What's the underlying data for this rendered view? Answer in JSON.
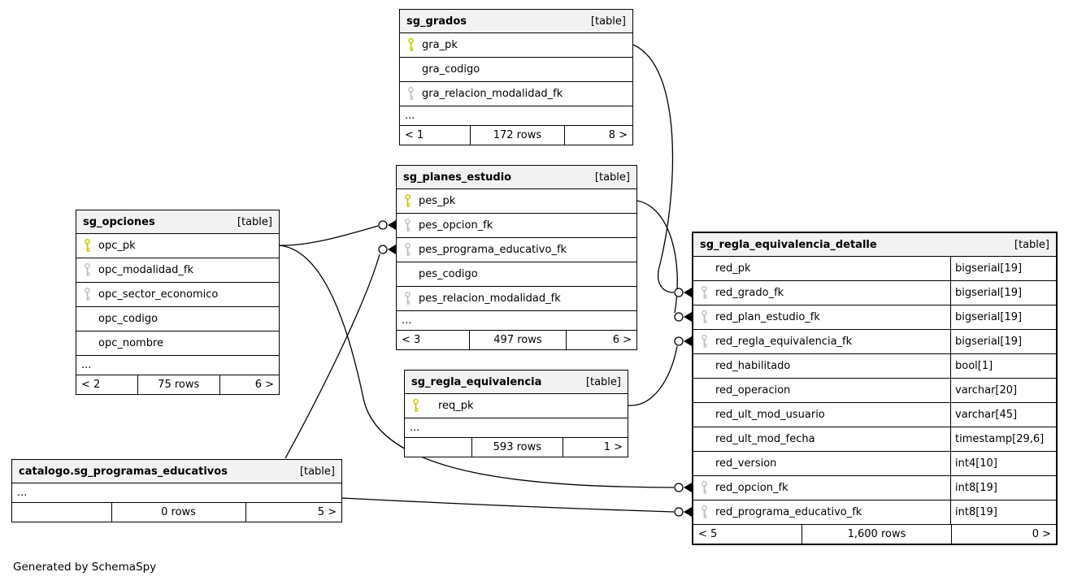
{
  "page": {
    "credit": "Generated by SchemaSpy"
  },
  "colors": {
    "primary_key": "#c8c800",
    "foreign_key": "#c0c0c0",
    "header_bg": "#f2f2f2",
    "border": "#000000",
    "background": "#ffffff"
  },
  "tables": {
    "sg_grados": {
      "title": "sg_grados",
      "badge": "[table]",
      "ellipsis": "...",
      "rows": [
        {
          "name": "gra_pk",
          "key": "pk"
        },
        {
          "name": "gra_codigo",
          "key": "none"
        },
        {
          "name": "gra_relacion_modalidad_fk",
          "key": "fk"
        }
      ],
      "footer": {
        "left": "< 1",
        "center": "172 rows",
        "right": "8 >"
      }
    },
    "sg_planes_estudio": {
      "title": "sg_planes_estudio",
      "badge": "[table]",
      "ellipsis": "...",
      "rows": [
        {
          "name": "pes_pk",
          "key": "pk"
        },
        {
          "name": "pes_opcion_fk",
          "key": "fk"
        },
        {
          "name": "pes_programa_educativo_fk",
          "key": "fk"
        },
        {
          "name": "pes_codigo",
          "key": "none"
        },
        {
          "name": "pes_relacion_modalidad_fk",
          "key": "fk"
        }
      ],
      "footer": {
        "left": "< 3",
        "center": "497 rows",
        "right": "6 >"
      }
    },
    "sg_opciones": {
      "title": "sg_opciones",
      "badge": "[table]",
      "ellipsis": "...",
      "rows": [
        {
          "name": "opc_pk",
          "key": "pk"
        },
        {
          "name": "opc_modalidad_fk",
          "key": "fk"
        },
        {
          "name": "opc_sector_economico",
          "key": "fk"
        },
        {
          "name": "opc_codigo",
          "key": "none"
        },
        {
          "name": "opc_nombre",
          "key": "none"
        }
      ],
      "footer": {
        "left": "< 2",
        "center": "75 rows",
        "right": "6 >"
      }
    },
    "sg_regla_equivalencia": {
      "title": "sg_regla_equivalencia",
      "badge": "[table]",
      "ellipsis": "...",
      "rows": [
        {
          "name": "req_pk",
          "key": "pk"
        }
      ],
      "footer": {
        "left": "",
        "center": "593 rows",
        "right": "1 >"
      }
    },
    "catalogo_sg_programas_educativos": {
      "title": "catalogo.sg_programas_educativos",
      "badge": "[table]",
      "ellipsis": "...",
      "rows": [],
      "footer": {
        "left": "",
        "center": "0 rows",
        "right": "5 >"
      }
    },
    "sg_regla_equivalencia_detalle": {
      "title": "sg_regla_equivalencia_detalle",
      "badge": "[table]",
      "rows": [
        {
          "name": "red_pk",
          "type": "bigserial[19]",
          "key": "none"
        },
        {
          "name": "red_grado_fk",
          "type": "bigserial[19]",
          "key": "fk"
        },
        {
          "name": "red_plan_estudio_fk",
          "type": "bigserial[19]",
          "key": "fk"
        },
        {
          "name": "red_regla_equivalencia_fk",
          "type": "bigserial[19]",
          "key": "fk"
        },
        {
          "name": "red_habilitado",
          "type": "bool[1]",
          "key": "none"
        },
        {
          "name": "red_operacion",
          "type": "varchar[20]",
          "key": "none"
        },
        {
          "name": "red_ult_mod_usuario",
          "type": "varchar[45]",
          "key": "none"
        },
        {
          "name": "red_ult_mod_fecha",
          "type": "timestamp[29,6]",
          "key": "none"
        },
        {
          "name": "red_version",
          "type": "int4[10]",
          "key": "none"
        },
        {
          "name": "red_opcion_fk",
          "type": "int8[19]",
          "key": "fk"
        },
        {
          "name": "red_programa_educativo_fk",
          "type": "int8[19]",
          "key": "fk"
        }
      ],
      "footer": {
        "left": "< 5",
        "center": "1,600 rows",
        "right": "0 >"
      }
    }
  },
  "relationships": [
    "sg_grados.gra_pk -> sg_regla_equivalencia_detalle.red_grado_fk",
    "sg_planes_estudio.pes_pk -> sg_regla_equivalencia_detalle.red_plan_estudio_fk",
    "sg_regla_equivalencia.req_pk -> sg_regla_equivalencia_detalle.red_regla_equivalencia_fk",
    "sg_opciones.opc_pk -> sg_planes_estudio.pes_opcion_fk",
    "sg_opciones.opc_pk -> sg_regla_equivalencia_detalle.red_opcion_fk",
    "catalogo.sg_programas_educativos -> sg_planes_estudio.pes_programa_educativo_fk",
    "catalogo.sg_programas_educativos -> sg_regla_equivalencia_detalle.red_programa_educativo_fk"
  ]
}
